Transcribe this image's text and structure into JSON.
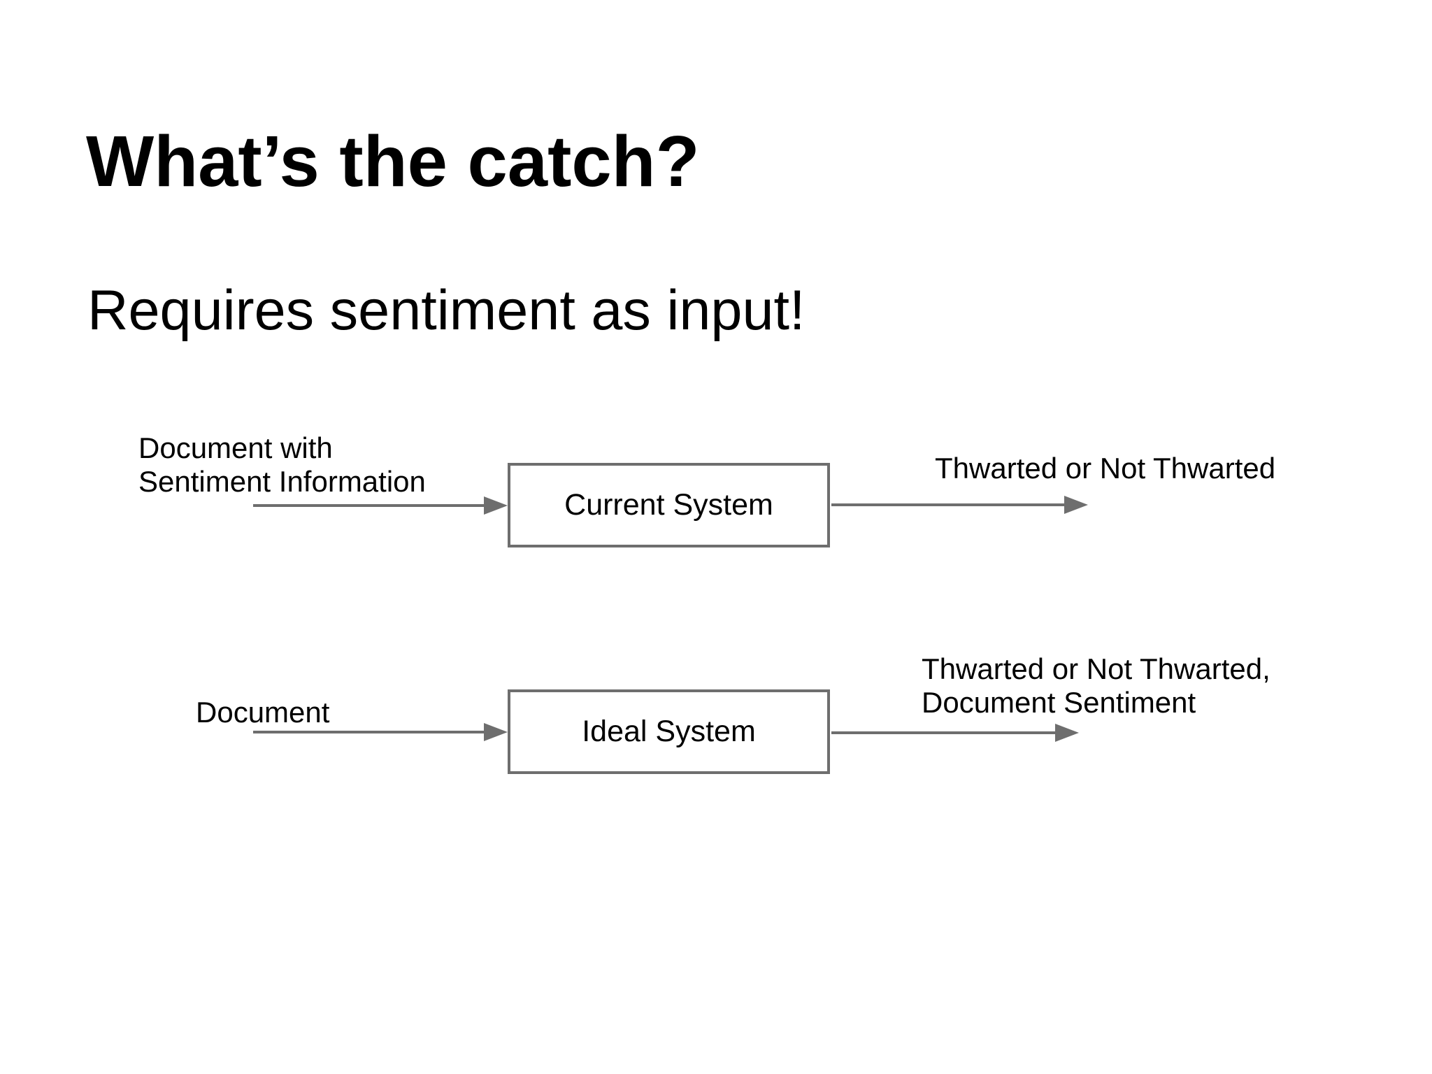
{
  "slide": {
    "title": "What’s the catch?",
    "subtitle": "Requires sentiment as input!"
  },
  "colors": {
    "bg": "#ffffff",
    "text": "#000000",
    "gray": "#6e6e6e"
  },
  "diagram": {
    "rows": [
      {
        "input_lines": [
          "Document with",
          "Sentiment Information"
        ],
        "box_label": "Current System",
        "output_lines": [
          "Thwarted or Not Thwarted"
        ]
      },
      {
        "input_lines": [
          "Document"
        ],
        "box_label": "Ideal System",
        "output_lines": [
          "Thwarted or Not Thwarted,",
          "Document Sentiment"
        ]
      }
    ]
  }
}
